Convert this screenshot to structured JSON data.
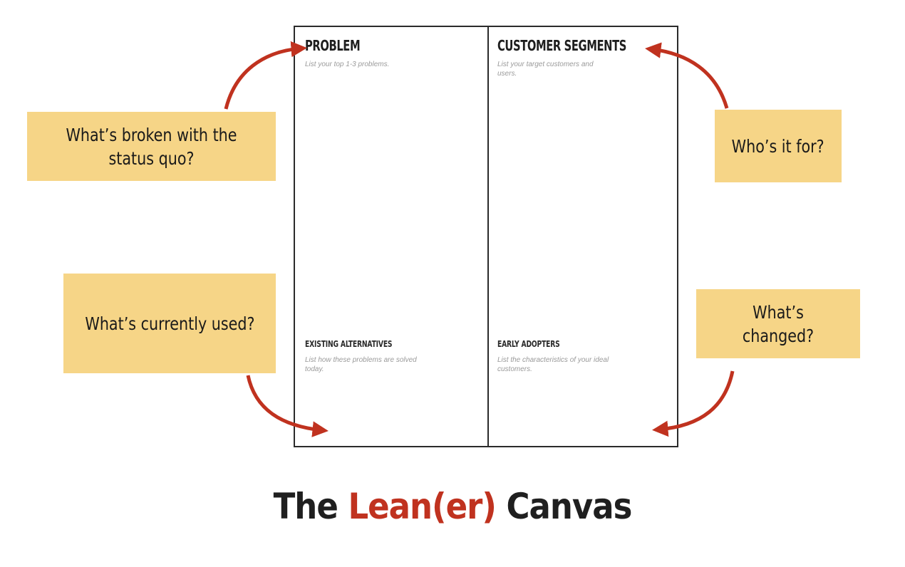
{
  "canvas": {
    "problem": {
      "title": "PROBLEM",
      "hint": "List your top 1-3 problems."
    },
    "customer_segments": {
      "title": "CUSTOMER SEGMENTS",
      "hint": "List your target customers and users."
    },
    "existing_alternatives": {
      "title": "EXISTING ALTERNATIVES",
      "hint": "List how these problems are solved today."
    },
    "early_adopters": {
      "title": "EARLY ADOPTERS",
      "hint": "List the characteristics of your ideal customers."
    }
  },
  "notes": {
    "broken": "What’s broken with the status quo?",
    "currently_used": "What’s currently used?",
    "who_for": "Who’s it for?",
    "changed": "What’s changed?"
  },
  "caption": {
    "before": "The ",
    "accent": "Lean(er)",
    "after": " Canvas"
  },
  "colors": {
    "note_fill": "#f6d587",
    "arrow": "#c0321f",
    "canvas_border": "#2a2a2a"
  }
}
